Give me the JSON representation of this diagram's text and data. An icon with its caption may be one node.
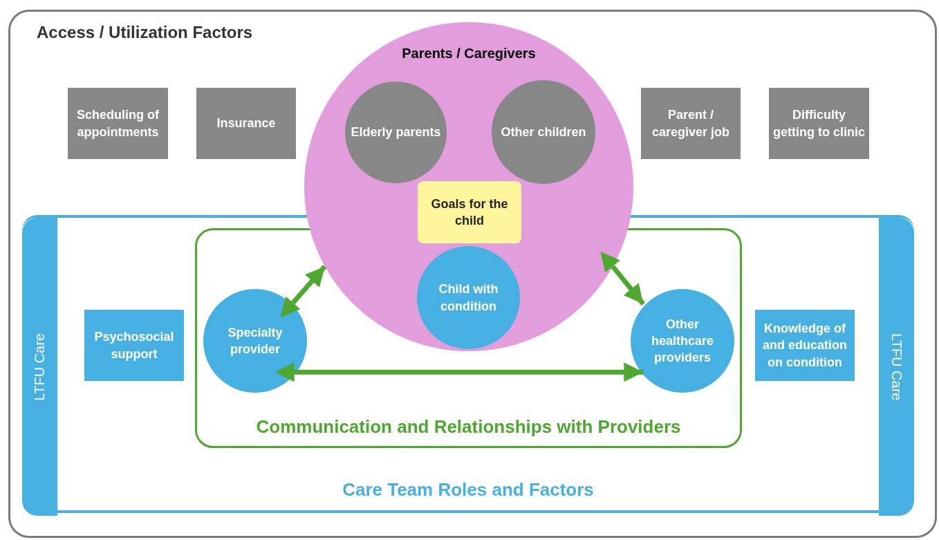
{
  "diagram": {
    "nodes": [
      {
        "text": [
          "Access / Utilization Factors"
        ]
      },
      {
        "text": [
          "Scheduling of appointments"
        ],
        "in": 0
      },
      {
        "text": [
          "Insurance"
        ],
        "in": 0
      },
      {
        "text": [
          "Parents / Caregivers"
        ],
        "in": 0
      },
      {
        "text": [
          "Elderly parents"
        ],
        "in": 3
      },
      {
        "text": [
          "Other children"
        ],
        "in": 3
      },
      {
        "text": [
          "Goals for the child"
        ],
        "in": 3
      },
      {
        "text": [
          "Parent / caregiver job"
        ],
        "in": 0
      },
      {
        "text": [
          "Difficulty getting to clinic"
        ],
        "in": 0
      },
      {
        "text": [
          "Care Team Roles and Factors"
        ],
        "in": 0
      },
      {
        "text": [
          "LTFU Care"
        ],
        "in": 9
      },
      {
        "text": [
          "LTFU Care"
        ],
        "in": 9
      },
      {
        "text": [
          "Psychosocial support"
        ],
        "in": 9
      },
      {
        "text": [
          "Communication and Relationships with Providers"
        ],
        "in": 9
      },
      {
        "text": [
          "Specialty provider"
        ],
        "in": 13
      },
      {
        "text": [
          "Child with condition"
        ]
      },
      {
        "text": [
          "Other healthcare providers"
        ],
        "in": 13
      },
      {
        "text": [
          "Knowledge of and education on condition"
        ],
        "in": 9
      }
    ],
    "edges": [
      {
        "from": 14,
        "to": 3,
        "arrow": "both"
      },
      {
        "from": 3,
        "to": 16,
        "arrow": "both"
      },
      {
        "from": 14,
        "to": 16,
        "arrow": "both"
      }
    ]
  }
}
